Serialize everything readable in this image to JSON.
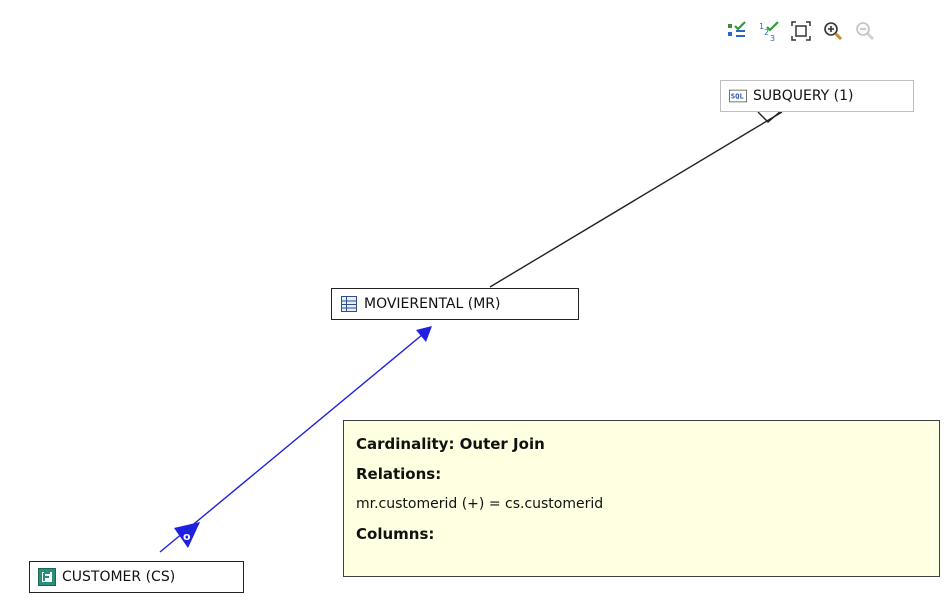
{
  "toolbar": {
    "buttons": [
      {
        "name": "auto-layout-icon",
        "enabled": true
      },
      {
        "name": "numbering-check-icon",
        "enabled": true
      },
      {
        "name": "fit-to-window-icon",
        "enabled": true
      },
      {
        "name": "zoom-in-icon",
        "enabled": true
      },
      {
        "name": "zoom-out-icon",
        "enabled": false
      }
    ]
  },
  "nodes": {
    "subquery": {
      "label": "SUBQUERY (1)",
      "icon": "sql-icon"
    },
    "movierental": {
      "label": "MOVIERENTAL (MR)",
      "icon": "table-icon"
    },
    "customer": {
      "label": "CUSTOMER (CS)",
      "icon": "table-green-icon"
    }
  },
  "edges": {
    "join_badge": "o",
    "colors": {
      "plain": "#222222",
      "join": "#2020e0"
    }
  },
  "tooltip": {
    "cardinality": "Cardinality: Outer Join",
    "relations_label": "Relations:",
    "relation": "mr.customerid (+) = cs.customerid",
    "columns_label": "Columns:"
  }
}
